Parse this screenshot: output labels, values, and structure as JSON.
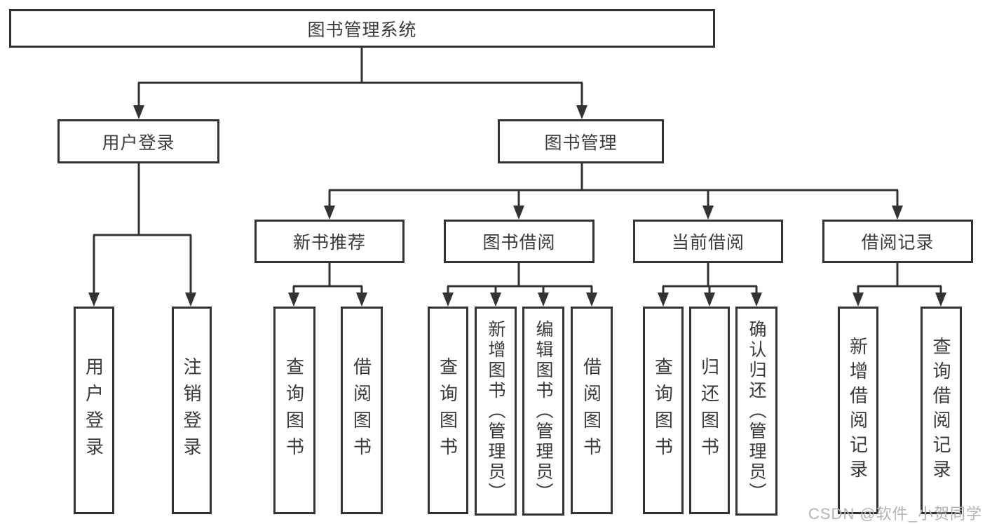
{
  "diagram": {
    "root": {
      "label": "图书管理系统"
    },
    "branches": [
      {
        "label": "用户登录",
        "children": [
          {
            "label": "用户登录"
          },
          {
            "label": "注销登录"
          }
        ]
      },
      {
        "label": "图书管理",
        "sections": [
          {
            "label": "新书推荐",
            "children": [
              {
                "label": "查询图书"
              },
              {
                "label": "借阅图书"
              }
            ]
          },
          {
            "label": "图书借阅",
            "children": [
              {
                "label": "查询图书"
              },
              {
                "label": "新增图书（管理员）"
              },
              {
                "label": "编辑图书（管理员）"
              },
              {
                "label": "借阅图书"
              }
            ]
          },
          {
            "label": "当前借阅",
            "children": [
              {
                "label": "查询图书"
              },
              {
                "label": "归还图书"
              },
              {
                "label": "确认归还（管理员）"
              }
            ]
          },
          {
            "label": "借阅记录",
            "children": [
              {
                "label": "新增借阅记录"
              },
              {
                "label": "查询借阅记录"
              }
            ]
          }
        ]
      }
    ]
  },
  "watermark": {
    "text": "CSDN @软件_小贺同学"
  },
  "colors": {
    "line": "#333333",
    "text": "#3a3a3e",
    "watermark": "#b3b3b3",
    "background": "#ffffff"
  }
}
